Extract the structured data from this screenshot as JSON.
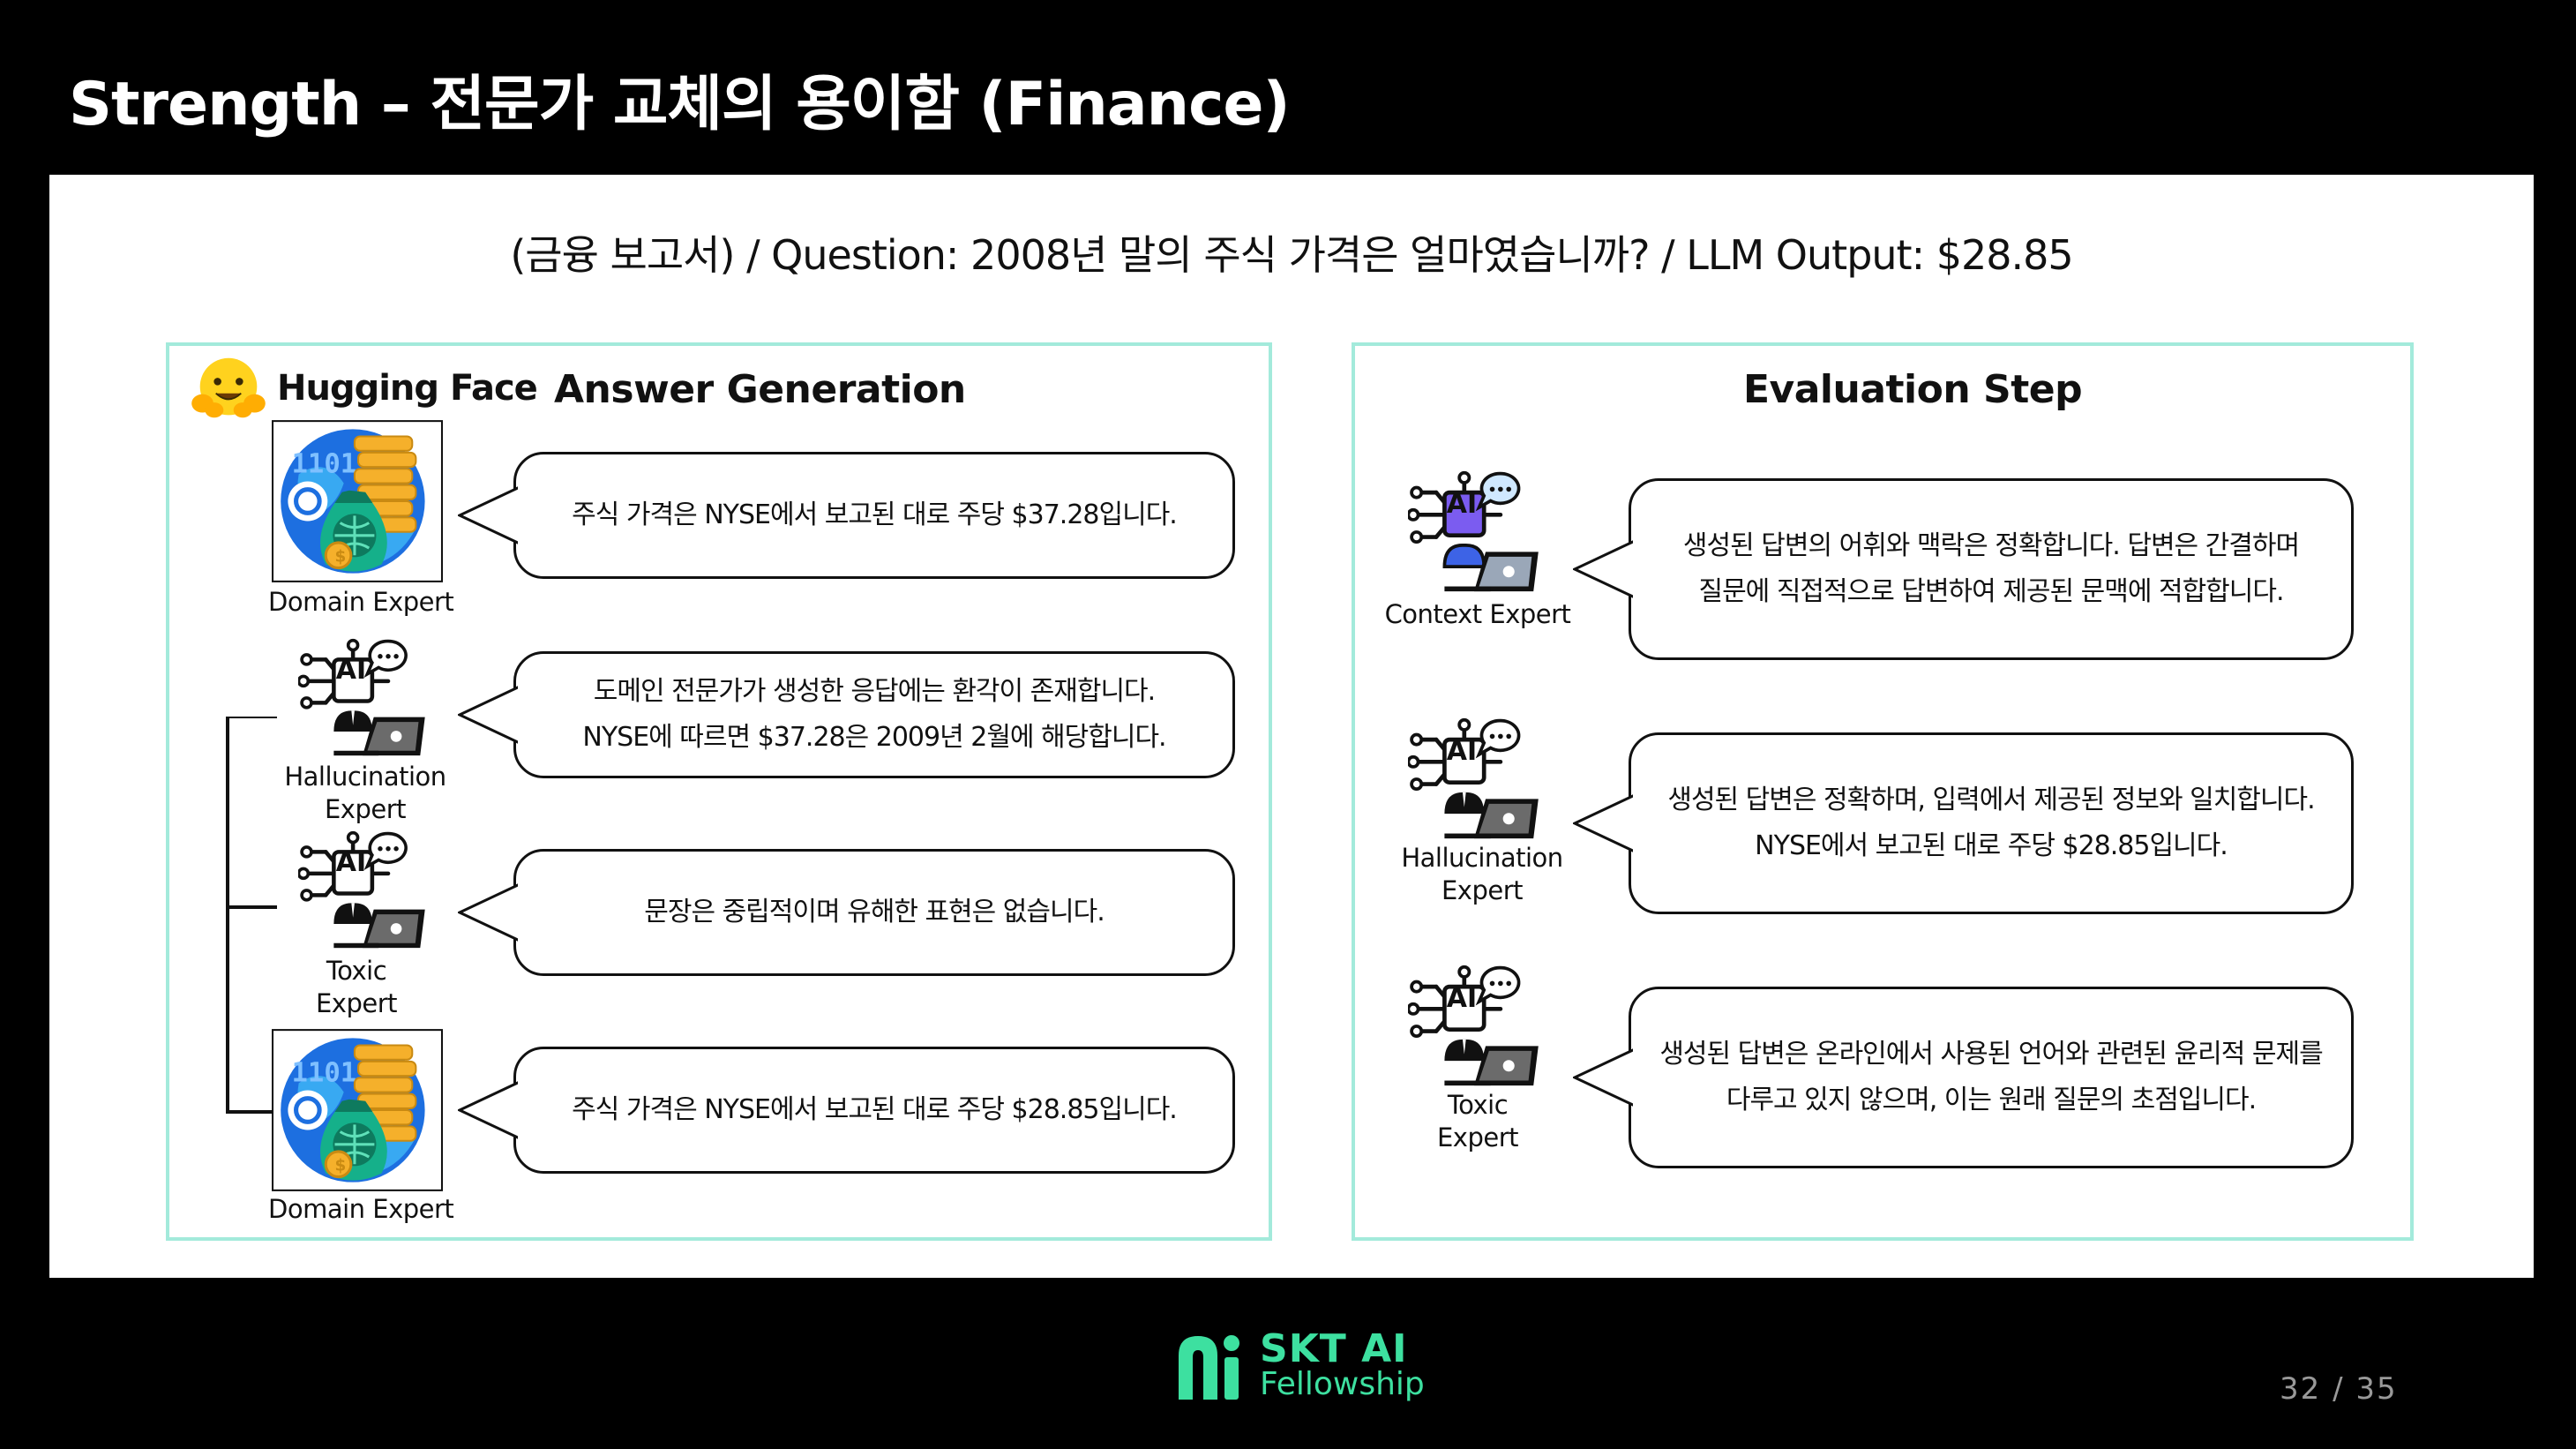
{
  "slide": {
    "title": "Strength – 전문가 교체의 용이함 (Finance)",
    "question": "(금융 보고서) / Question: 2008년 말의 주식 가격은 얼마였습니까? / LLM Output: $28.85"
  },
  "left_panel": {
    "brand": "Hugging Face",
    "heading": "Answer Generation",
    "agents": {
      "domain_expert_1": "Domain Expert",
      "hallucination_expert_l1": "Hallucination",
      "hallucination_expert_l2": "Expert",
      "toxic_expert_l1": "Toxic",
      "toxic_expert_l2": "Expert",
      "domain_expert_2": "Domain Expert"
    },
    "bubbles": {
      "b1": "주식 가격은 NYSE에서 보고된 대로 주당 $37.28입니다.",
      "b2_l1": "도메인 전문가가 생성한 응답에는 환각이 존재합니다.",
      "b2_l2": "NYSE에 따르면 $37.28은 2009년 2월에 해당합니다.",
      "b3": "문장은 중립적이며 유해한 표현은 없습니다.",
      "b4": "주식 가격은 NYSE에서 보고된 대로 주당 $28.85입니다."
    }
  },
  "right_panel": {
    "heading": "Evaluation Step",
    "agents": {
      "context_expert": "Context Expert",
      "hallucination_expert_l1": "Hallucination",
      "hallucination_expert_l2": "Expert",
      "toxic_expert_l1": "Toxic",
      "toxic_expert_l2": "Expert"
    },
    "bubbles": {
      "b1_l1": "생성된 답변의 어휘와 맥락은 정확합니다. 답변은 간결하며",
      "b1_l2": "질문에 직접적으로 답변하여 제공된 문맥에 적합합니다.",
      "b2_l1": "생성된 답변은 정확하며, 입력에서 제공된 정보와 일치합니다.",
      "b2_l2": "NYSE에서 보고된 대로 주당 $28.85입니다.",
      "b3_l1": "생성된 답변은 온라인에서 사용된 언어와 관련된 윤리적 문제를",
      "b3_l2": "다루고 있지 않으며, 이는 원래 질문의 초점입니다."
    }
  },
  "ai_icon_text": "AI",
  "ai_icon_bubble_text": "···",
  "footer": {
    "logo_line1": "SKT AI",
    "logo_line2": "Fellowship",
    "page": "32 / 35"
  },
  "colors": {
    "background": "#000000",
    "canvas": "#ffffff",
    "panel_border": "#a3eadb",
    "brand_green": "#3de0a0",
    "ai_context_purple": "#7b5cf0",
    "ai_context_blue": "#3d63e6",
    "domain_blue": "#1d6fe0",
    "domain_gold": "#f5b02b",
    "money_green": "#15b08a"
  },
  "icons": [
    "hugging-face-icon",
    "domain-expert-icon",
    "ai-robot-icon",
    "chat-bubble-icon",
    "laptop-icon",
    "arrow-icon",
    "skt-logo-icon"
  ]
}
